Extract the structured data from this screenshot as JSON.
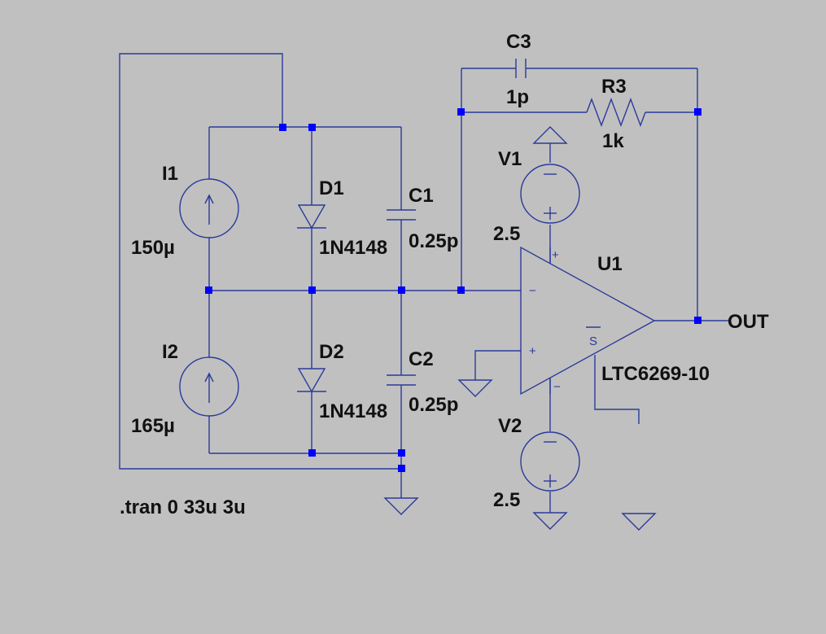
{
  "components": {
    "c3": {
      "ref": "C3",
      "value": "1p"
    },
    "r3": {
      "ref": "R3",
      "value": "1k"
    },
    "v1": {
      "ref": "V1",
      "value": "2.5"
    },
    "v2": {
      "ref": "V2",
      "value": "2.5"
    },
    "i1": {
      "ref": "I1",
      "value": "150µ"
    },
    "i2": {
      "ref": "I2",
      "value": "165µ"
    },
    "d1": {
      "ref": "D1",
      "value": "1N4148"
    },
    "d2": {
      "ref": "D2",
      "value": "1N4148"
    },
    "c1": {
      "ref": "C1",
      "value": "0.25p"
    },
    "c2": {
      "ref": "C2",
      "value": "0.25p"
    },
    "u1": {
      "ref": "U1",
      "value": "LTC6269-10"
    }
  },
  "net_labels": {
    "out": "OUT"
  },
  "directive": ".tran 0 33u 3u",
  "pins": {
    "plus": "+",
    "minus": "−",
    "shdn": "S"
  },
  "colors": {
    "background": "#c0c0c0",
    "wire": "#2b3a9b",
    "node": "#0000ff",
    "text": "#111111"
  }
}
